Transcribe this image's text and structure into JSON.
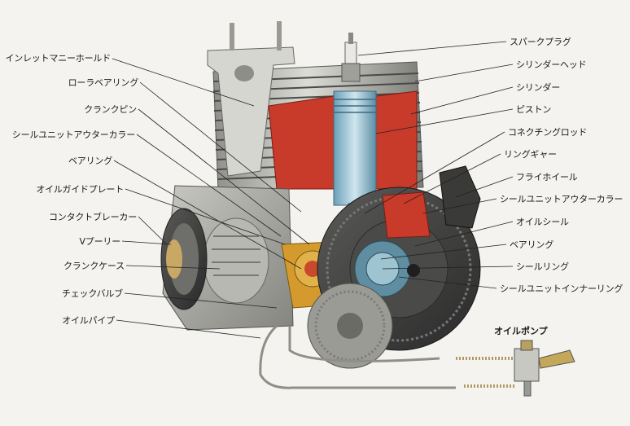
{
  "labels": {
    "left": [
      "インレットマニーホールド",
      "ローラベアリング",
      "クランクピン",
      "シールユニットアウターカラー",
      "ベアリング",
      "オイルガイドプレート",
      "コンタクトブレーカー",
      "Vプーリー",
      "クランクケース",
      "チェックバルブ",
      "オイルパイプ"
    ],
    "right": [
      "スパークプラグ",
      "シリンダーヘッド",
      "シリンダー",
      "ピストン",
      "コネクチングロッド",
      "リングギャー",
      "フライホイール",
      "シールユニットアウターカラー",
      "オイルシール",
      "ベアリング",
      "シールリング",
      "シールユニットインナーリング"
    ]
  },
  "inset": {
    "title": "オイルポンプ"
  }
}
